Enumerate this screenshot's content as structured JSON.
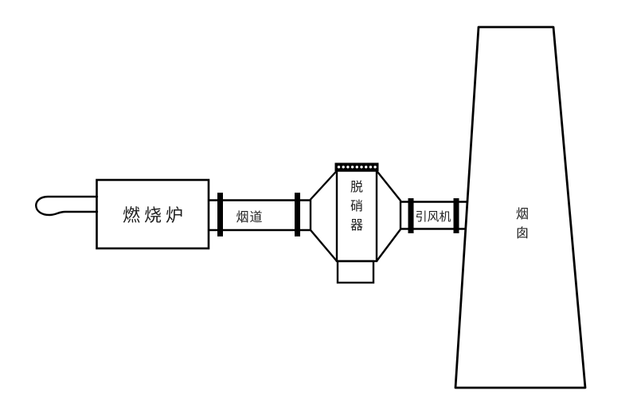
{
  "diagram": {
    "description": "Flue-gas treatment process line schematic",
    "background_color": "#ffffff",
    "line_color": "#000000",
    "text_color": "#1f1f1f",
    "components": {
      "furnace": {
        "label": "燃烧炉"
      },
      "flue_duct": {
        "label": "烟道"
      },
      "denitrator": {
        "label": "脱硝器"
      },
      "fan": {
        "label": "引风机"
      },
      "chimney": {
        "label": "烟囱"
      }
    }
  }
}
